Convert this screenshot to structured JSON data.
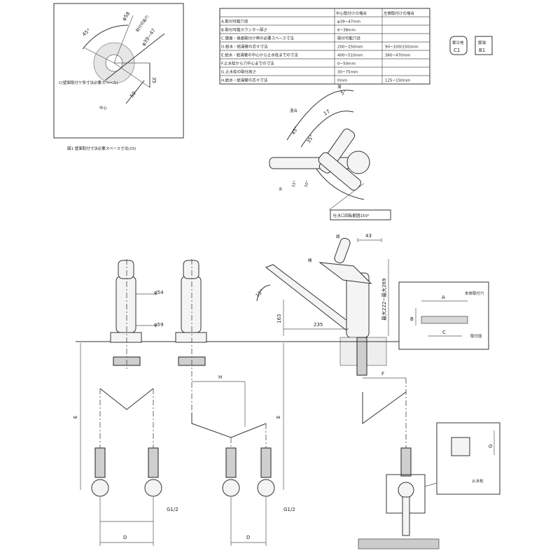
{
  "inset_top_left": {
    "angle_label": "45°",
    "hole_dim_top": "φ58",
    "hole_note": "取付可能穴",
    "hole_range": "φ39~47",
    "dim_right": "35",
    "dim_bottom": "50",
    "wall_label": "C(壁面取付ケ所寸法必要スペース)",
    "center_label": "中心"
  },
  "inset_caption": "図1 壁面取付寸法必要スペース寸法(15)",
  "spec_table": {
    "col_headers": [
      "中心取付けの場合",
      "左側取付けの場合"
    ],
    "rows": [
      {
        "label": "A.取付可能穴径",
        "v1": "φ39~47mm",
        "v2": ""
      },
      {
        "label": "B.取付可能カウンター厚さ",
        "v1": "6~38mm",
        "v2": ""
      },
      {
        "label": "C.壁面・後面取付け時の必要スペース寸法",
        "v1": "取付可能穴径",
        "v2": ""
      },
      {
        "label": "D.給水・給湯管の芯々寸法",
        "v1": "200~250mm",
        "v2": "90~100(150)mm"
      },
      {
        "label": "E.給水・給湯管の中心から止水栓までの寸法",
        "v1": "400~510mm",
        "v2": "360~470mm"
      },
      {
        "label": "F.止水栓から穴中心までの寸法",
        "v1": "0~50mm",
        "v2": ""
      },
      {
        "label": "G.止水栓の取付高さ",
        "v1": "30~75mm",
        "v2": ""
      },
      {
        "label": "H.給水・給湯管の芯々寸法",
        "v1": "0mm",
        "v2": "125~150mm"
      }
    ]
  },
  "badges": [
    {
      "top": "寒冷地",
      "bottom": "C1"
    },
    {
      "top": "節湯",
      "bottom": "B1"
    }
  ],
  "top_view": {
    "label_hot": "湯",
    "label_cold": "水",
    "label_mix": "混合",
    "angle_top": "5°",
    "angle_a": "45°",
    "angle_b": "35°",
    "angle_c": "15°",
    "angle_d": "10°",
    "angle_e": "17",
    "swivel_note": "吐水口回転範囲150°"
  },
  "side_view": {
    "dim_43": "43",
    "dim_range": "最大222~最大269",
    "dim_163": "163",
    "dim_235": "235",
    "dim_angle": "15°",
    "lever_label": "閉",
    "lever_label2": "開"
  },
  "front_views": {
    "dim_54": "φ54",
    "dim_59": "φ59",
    "dim_h": "H",
    "dim_e_left": "E",
    "dim_e_right": "E",
    "dim_d_left": "D",
    "dim_d_right": "D",
    "thread_left": "G1/2",
    "thread_right": "G1/2"
  },
  "counter_detail": {
    "dim_a": "A",
    "dim_b": "B",
    "dim_c": "C",
    "label_top": "本体取付穴",
    "label_side": "取付座"
  },
  "right_side": {
    "dim_f": "F",
    "dim_g": "G",
    "valve_label": "止水栓"
  }
}
